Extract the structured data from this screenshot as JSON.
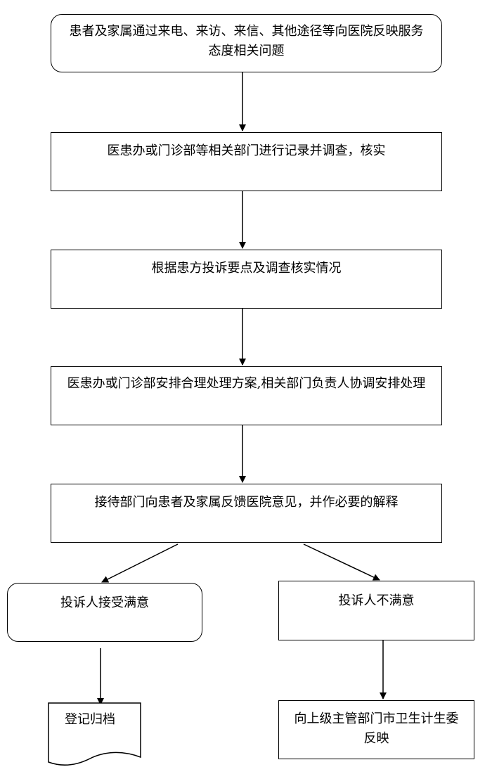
{
  "nodes": {
    "step1": {
      "text": "患者及家属通过来电、来访、来信、其他途径等向医院反映服务态度相关问题"
    },
    "step2": {
      "text": "医患办或门诊部等相关部门进行记录并调查，核实"
    },
    "step3": {
      "text": "根据患方投诉要点及调查核实情况"
    },
    "step4": {
      "text": "医患办或门诊部安排合理处理方案,相关部门负责人协调安排处理"
    },
    "step5": {
      "text": "接待部门向患者及家属反馈医院意见，并作必要的解释"
    },
    "satisfied": {
      "text": "投诉人接受满意"
    },
    "unsatisfied": {
      "text": "投诉人不满意"
    },
    "archive": {
      "text": "登记归档"
    },
    "escalate": {
      "text": "向上级主管部门市卫生计生委反映"
    }
  }
}
